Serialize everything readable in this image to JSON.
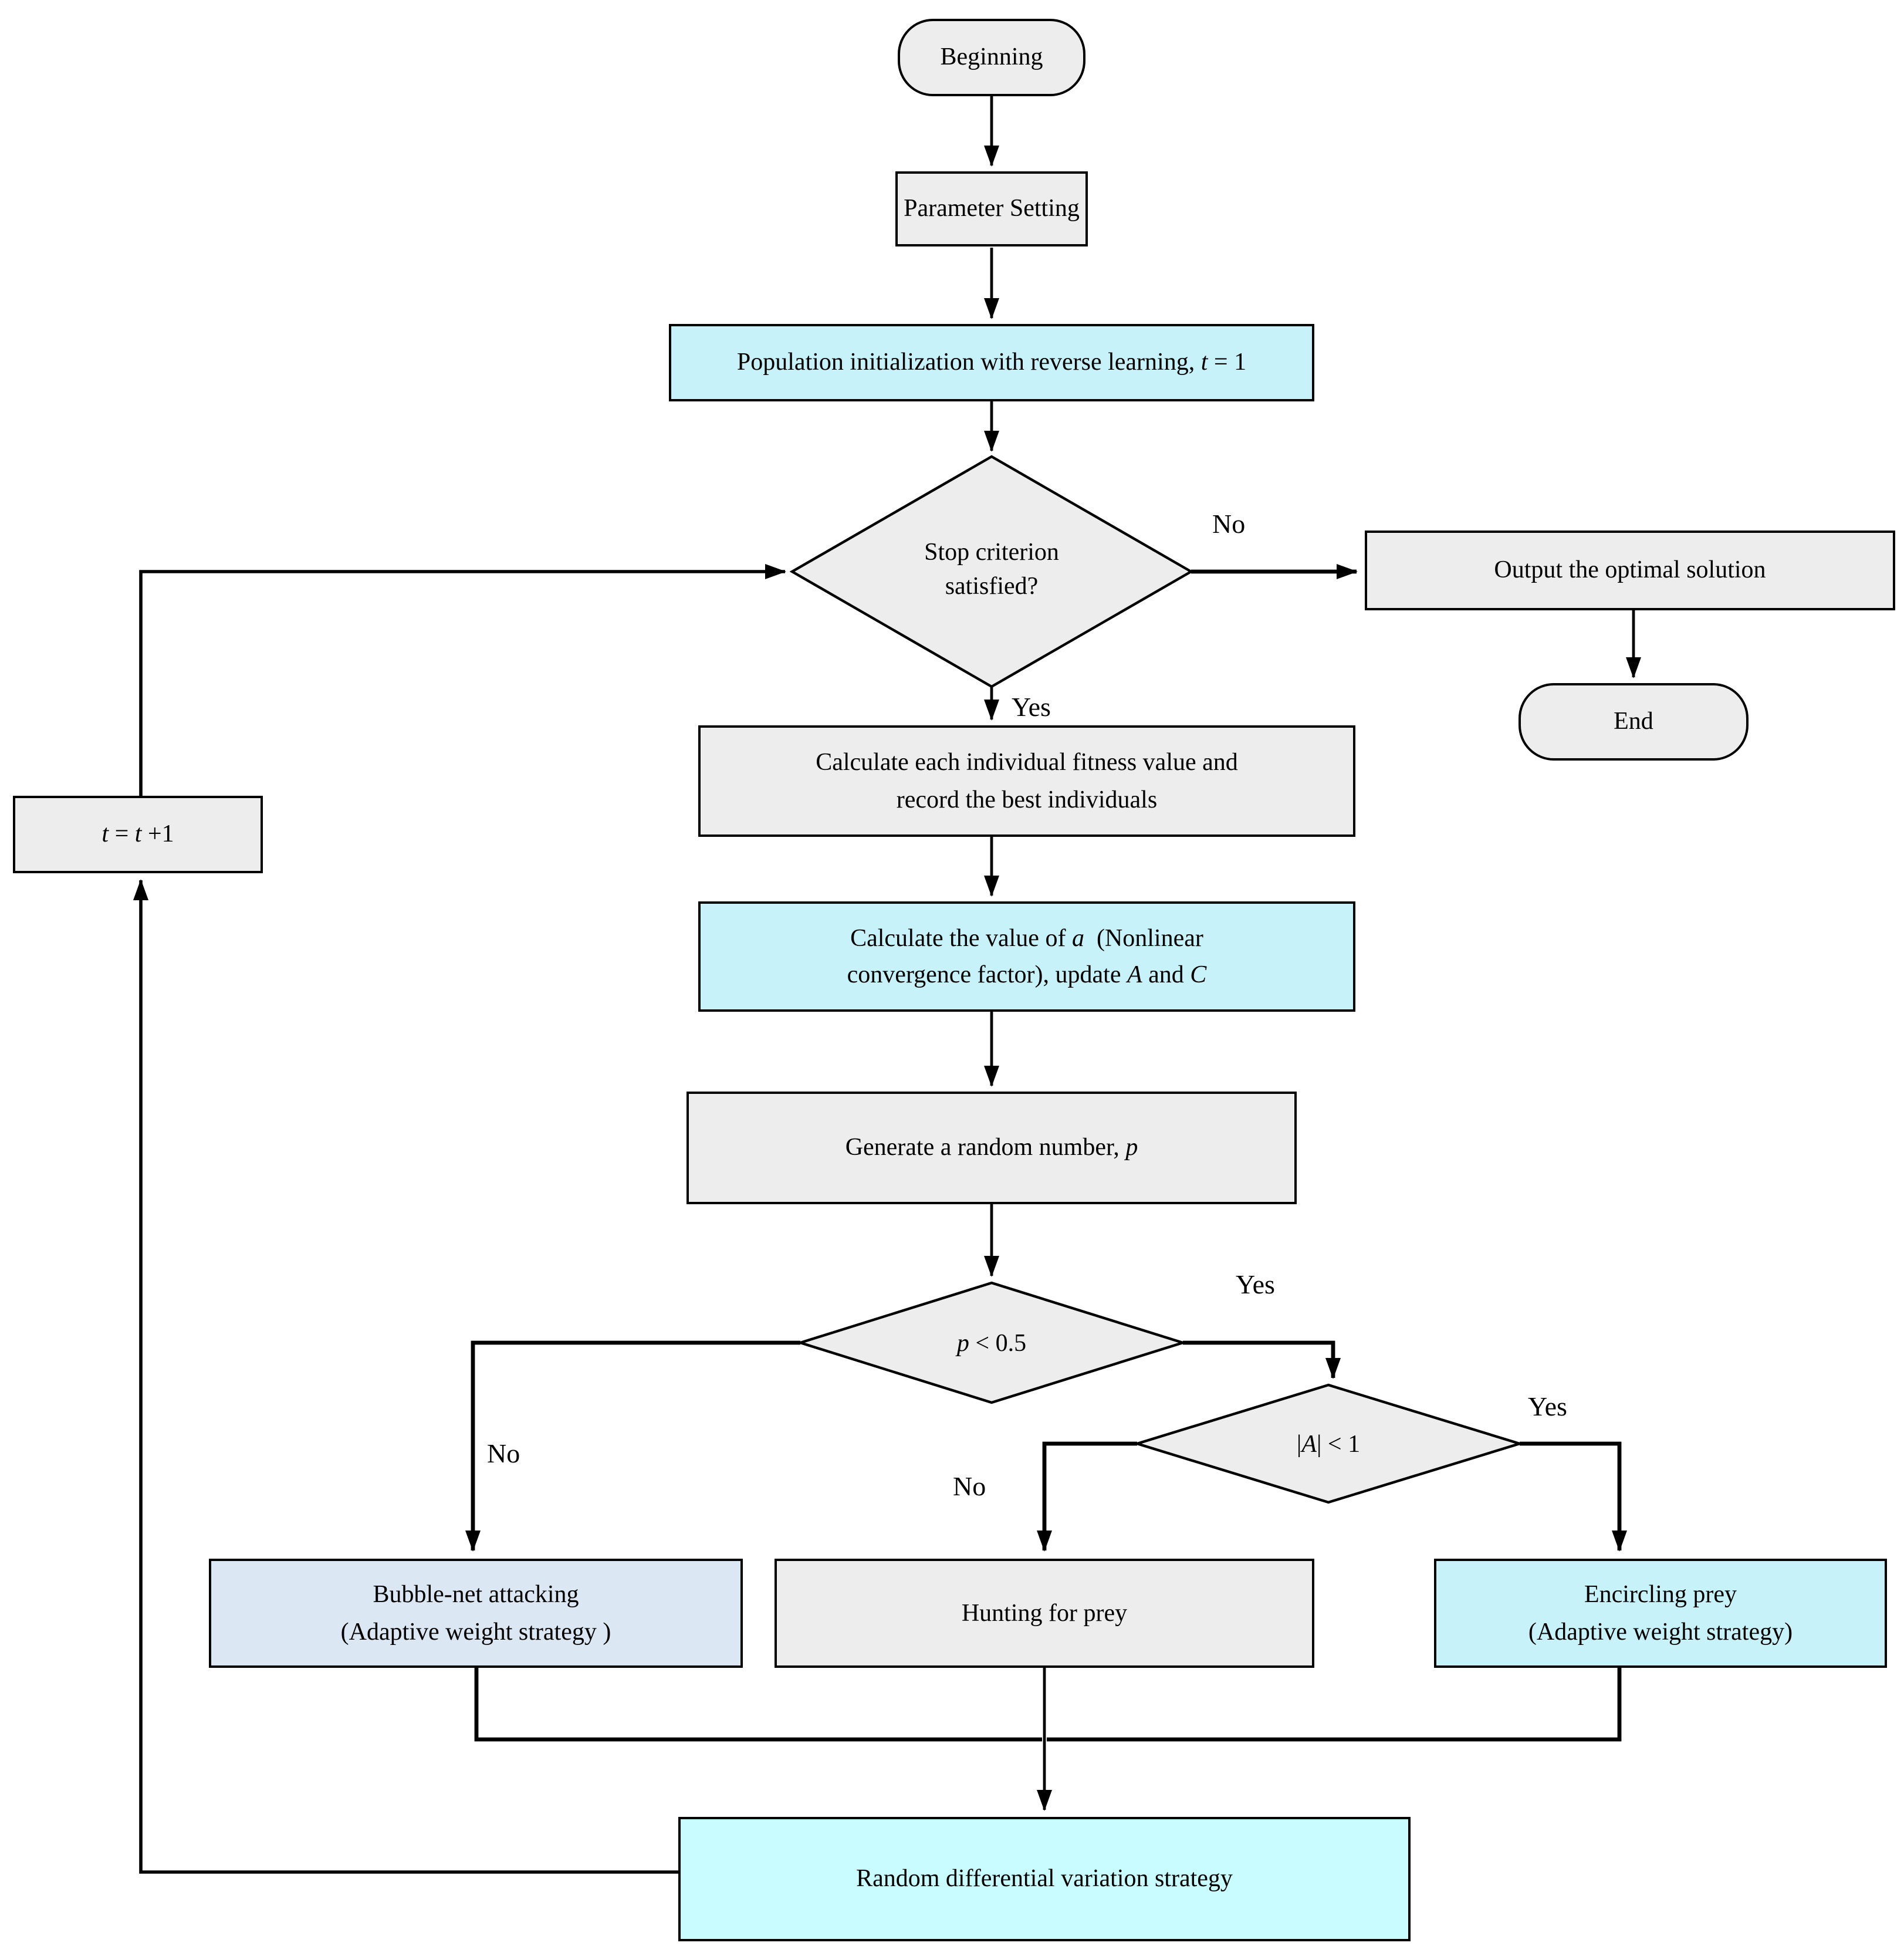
{
  "flowchart": {
    "colors": {
      "gray": "#ededed",
      "cyan": "#c8f2fa",
      "bright_cyan": "#c9fcff",
      "light_blue": "#dbe7f3",
      "line": "#000000"
    },
    "nodes": {
      "beginning": {
        "label": "Beginning"
      },
      "parameter_setting": {
        "label": "Parameter Setting"
      },
      "population_init": {
        "parts": [
          {
            "t": "Population initialization with reverse learning, "
          },
          {
            "t": "t",
            "i": 1
          },
          {
            "t": " = 1"
          }
        ]
      },
      "stop_criterion": {
        "line1": "Stop criterion",
        "line2": "satisfied?"
      },
      "output_solution": {
        "label": "Output the optimal solution"
      },
      "end": {
        "label": "End"
      },
      "fitness": {
        "line1": "Calculate each individual fitness value and",
        "line2": "record the best individuals"
      },
      "calc_a": {
        "line1": [
          {
            "t": "Calculate the value of "
          },
          {
            "t": "a",
            "i": 1
          },
          {
            "t": " (Nonlinear"
          }
        ],
        "line2": [
          {
            "t": "convergence factor), update "
          },
          {
            "t": "A",
            "i": 1
          },
          {
            "t": " and "
          },
          {
            "t": "C",
            "i": 1
          }
        ]
      },
      "random_number": {
        "parts": [
          {
            "t": "Generate a random number, "
          },
          {
            "t": "p",
            "i": 1
          }
        ]
      },
      "p_condition": {
        "parts": [
          {
            "t": "p",
            "i": 1
          },
          {
            "t": " < 0.5"
          }
        ]
      },
      "a_condition": {
        "parts": [
          {
            "t": "|"
          },
          {
            "t": "A",
            "i": 1
          },
          {
            "t": "| < 1"
          }
        ]
      },
      "bubble_net": {
        "line1": "Bubble-net attacking",
        "line2": "(Adaptive weight strategy )"
      },
      "hunting": {
        "label": "Hunting for prey"
      },
      "encircling": {
        "line1": "Encircling prey",
        "line2": "(Adaptive weight strategy)"
      },
      "random_diff": {
        "label": "Random differential variation strategy"
      },
      "t_increment": {
        "parts": [
          {
            "t": "t",
            "i": 1
          },
          {
            "t": " = "
          },
          {
            "t": "t",
            "i": 1
          },
          {
            "t": " +1"
          }
        ]
      }
    },
    "edge_labels": {
      "stop_no": "No",
      "stop_yes": "Yes",
      "p_yes": "Yes",
      "p_no": "No",
      "a_yes": "Yes",
      "a_no": "No"
    }
  }
}
